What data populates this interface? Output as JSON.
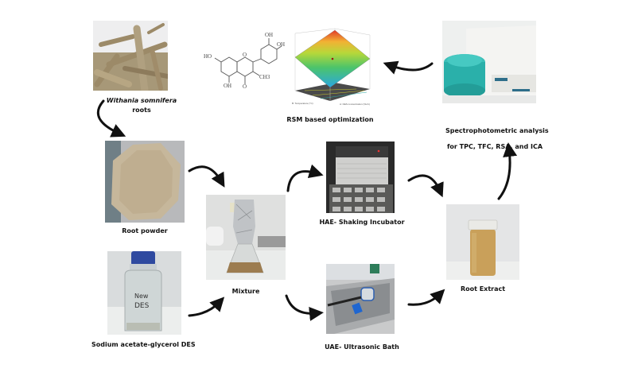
{
  "title": "Extraction and optimization workflow of Withania somnifera roots",
  "nodes": {
    "roots": {
      "label_italic": "Withania somnifera",
      "label_plain": "roots",
      "image": "roots-photo"
    },
    "molecule": {
      "image": "flavonoid-structure",
      "groups": {
        "oh1": "OH",
        "oh2": "OH",
        "ho": "HO",
        "oh3": "OH",
        "o_ring": "O",
        "o_keto": "O",
        "ch3": "CH3"
      }
    },
    "rsm": {
      "label": "RSM based optimization",
      "image": "response-surface-plot",
      "axis_b": "B: Temperature (°C)",
      "axis_a": "A: DES concentration (%v/v)"
    },
    "spectro": {
      "label_line1": "Spectrophotometric analysis",
      "label_line2": "for TPC, TFC, RSA, and ICA",
      "image": "spectrophotometer-photo"
    },
    "powder": {
      "label": "Root powder",
      "image": "root-powder-photo"
    },
    "des": {
      "label": "Sodium acetate-glycerol DES",
      "image": "des-bottle-photo",
      "bottle_text_1": "New",
      "bottle_text_2": "DES"
    },
    "mixture": {
      "label": "Mixture",
      "image": "flask-photo"
    },
    "hae": {
      "label": "HAE- Shaking Incubator",
      "image": "shaking-incubator-photo"
    },
    "uae": {
      "label": "UAE- Ultrasonic Bath",
      "image": "ultrasonic-bath-photo"
    },
    "extract": {
      "label": "Root Extract",
      "image": "root-extract-vial-photo"
    }
  },
  "flow": [
    [
      "roots",
      "powder"
    ],
    [
      "powder",
      "mixture"
    ],
    [
      "des",
      "mixture"
    ],
    [
      "mixture",
      "hae"
    ],
    [
      "mixture",
      "uae"
    ],
    [
      "hae",
      "extract"
    ],
    [
      "uae",
      "extract"
    ],
    [
      "extract",
      "spectro"
    ],
    [
      "spectro",
      "rsm"
    ]
  ],
  "colors": {
    "arrow": "#111111",
    "text": "#111111",
    "teal": "#2bb5b0"
  }
}
